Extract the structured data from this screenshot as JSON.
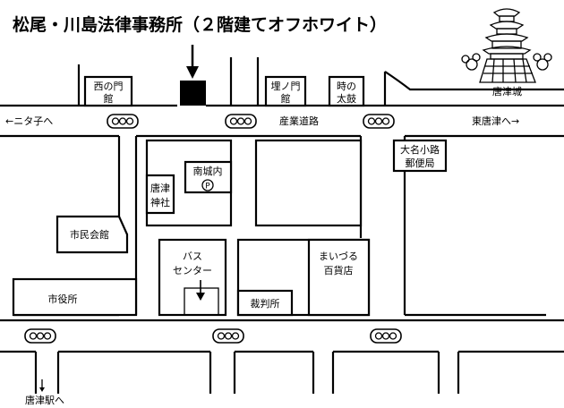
{
  "title": "松尾・川島法律事務所（２階建てオフホワイト）",
  "roads": {
    "north_left": "←ニタ子へ",
    "north_main": "産業道路",
    "north_right": "東唐津へ→",
    "south_station": "唐津駅へ"
  },
  "landmarks": {
    "nishinomon_line1": "西の門",
    "nishinomon_line2": "館",
    "umenomon_line1": "埋ノ門",
    "umenomon_line2": "館",
    "tokinotaiko_line1": "時の",
    "tokinotaiko_line2": "太鼓",
    "castle": "唐津城",
    "post_line1": "大名小路",
    "post_line2": "郵便局",
    "minamijonai": "南城内",
    "parking": "P",
    "shrine_line1": "唐津",
    "shrine_line2": "神社",
    "civic_hall": "市民会館",
    "city_office": "市役所",
    "bus_line1": "バス",
    "bus_line2": "センター",
    "dept_line1": "まいづる",
    "dept_line2": "百貨店",
    "court": "裁判所"
  }
}
